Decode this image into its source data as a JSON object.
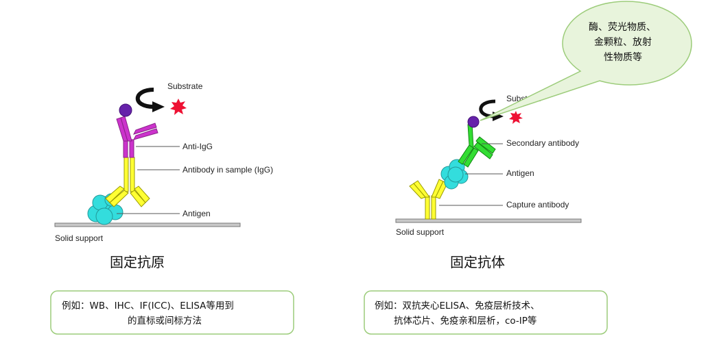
{
  "left_panel": {
    "labels": {
      "substrate": "Substrate",
      "anti_igg": "Anti-IgG",
      "antibody_in_sample": "Antibody in sample (IgG)",
      "antigen": "Antigen",
      "solid_support": "Solid support"
    },
    "title": "固定抗原",
    "example_lines": [
      "例如：WB、IHC、IF(ICC)、ELISA等用到",
      "的直标或间标方法"
    ]
  },
  "right_panel": {
    "labels": {
      "substrate": "Substrate",
      "secondary_antibody": "Secondary antibody",
      "antigen": "Antigen",
      "capture_antibody": "Capture antibody",
      "solid_support": "Solid support"
    },
    "title": "固定抗体",
    "example_lines": [
      "例如：双抗夹心ELISA、免疫层析技术、",
      "抗体芯片、免疫亲和层析，co-IP等"
    ]
  },
  "callout": {
    "lines": [
      "酶、荧光物质、",
      "金颗粒、放射",
      "性物质等"
    ]
  },
  "colors": {
    "capture_antibody": "#ffff33",
    "anti_igg": "#cc33cc",
    "secondary_antibody": "#33dd33",
    "antigen": "#33dddd",
    "enzyme": "#6622aa",
    "substrate_star": "#ee1133",
    "callout_fill": "#e8f4dc",
    "callout_stroke": "#9ccc7a",
    "box_stroke": "#9ccc7a"
  }
}
